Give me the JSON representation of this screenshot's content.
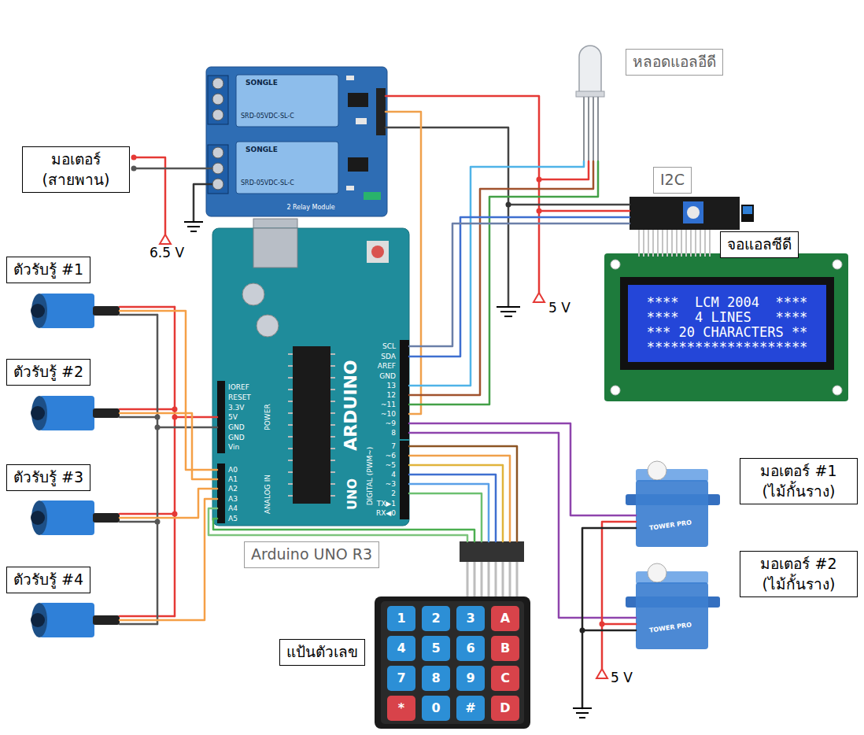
{
  "diagram": {
    "nodes": [
      {
        "text": [
          "หลอดแอลอีดี"
        ]
      },
      {
        "text": [
          "มอเตอร์ (สายพาน)"
        ]
      },
      {
        "text": [
          "I2C"
        ]
      },
      {
        "text": [
          "ตัวรับรู้ #1"
        ]
      },
      {
        "text": [
          "จอแอลซีดี"
        ]
      },
      {
        "text": [
          "ตัวรับรู้ #2"
        ]
      },
      {
        "text": [
          "มอเตอร์ #1 (ไม้กั้นราง)"
        ]
      },
      {
        "text": [
          "ตัวรับรู้ #3"
        ]
      },
      {
        "text": [
          "Arduino UNO R3"
        ]
      },
      {
        "text": [
          "มอเตอร์ #2 (ไม้กั้นราง)"
        ]
      },
      {
        "text": [
          "ตัวรับรู้ #4"
        ]
      },
      {
        "text": [
          "แป้นตัวเลข"
        ]
      }
    ],
    "labels": [
      "6.5 V",
      "5 V",
      "5 V",
      "****  LCM 2004  ****",
      "****  4 LINES   ****",
      "*** 20 CHARACTERS **",
      "********************",
      "SCL",
      "SDA",
      "AREF",
      "GND",
      "13",
      "12",
      "~11",
      "~10",
      "~9",
      "8",
      "7",
      "~6",
      "~5",
      "4",
      "~3",
      "2",
      "TX▶1",
      "RX◀0",
      "IOREF",
      "RESET",
      "3.3V",
      "5V",
      "GND",
      "GND",
      "Vin",
      "A0",
      "A1",
      "A2",
      "A3",
      "A4",
      "A5",
      "POWER",
      "ANALOG IN",
      "DIGITAL (PWM~)",
      "ARDUINO",
      "UNO",
      "1",
      "2",
      "3",
      "A",
      "4",
      "5",
      "6",
      "B",
      "7",
      "8",
      "9",
      "C",
      "*",
      "0",
      "#",
      "D",
      "SONGLE",
      "SRD-05VDC-SL-C",
      "SONGLE",
      "SRD-05VDC-SL-C",
      "2 Relay Module",
      "TOWER PRO",
      "TOWER PRO"
    ]
  }
}
